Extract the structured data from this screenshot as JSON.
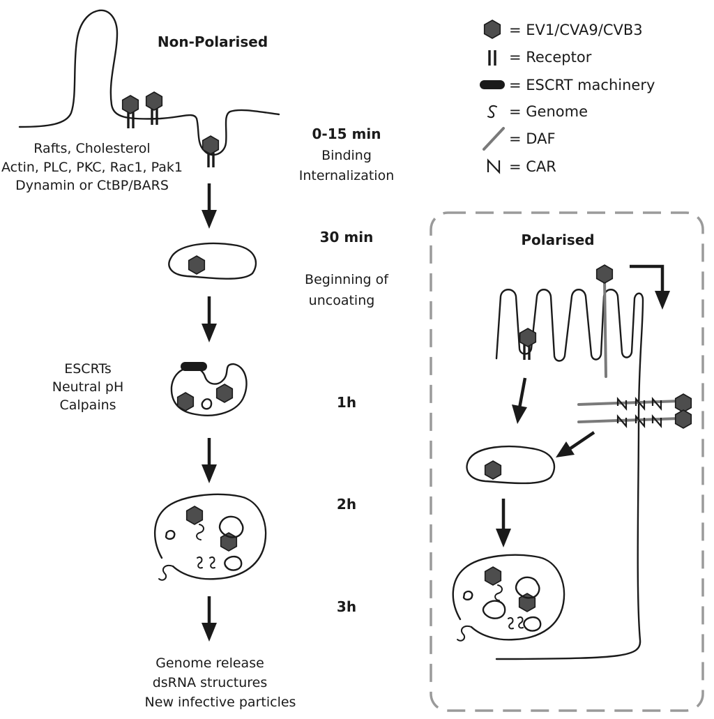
{
  "titles": {
    "non_polarised": "Non-Polarised",
    "polarised": "Polarised"
  },
  "left_factors": {
    "entry_line1": "Rafts, Cholesterol",
    "entry_line2": "Actin, PLC, PKC, Rac1, Pak1",
    "entry_line3": "Dynamin or CtBP/BARS",
    "uncoating_line1": "ESCRTs",
    "uncoating_line2": "Neutral pH",
    "uncoating_line3": "Calpains"
  },
  "timeline": {
    "t1": "0-15 min",
    "t1_line1": "Binding",
    "t1_line2": "Internalization",
    "t2": "30 min",
    "t2_line1": "Beginning of",
    "t2_line2": "uncoating",
    "t3": "1h",
    "t4": "2h",
    "t5": "3h"
  },
  "outcome": {
    "line1": "Genome release",
    "line2": "dsRNA structures",
    "line3": "New infective particles"
  },
  "legend": {
    "virus": "= EV1/CVA9/CVB3",
    "receptor": "= Receptor",
    "escrt": "= ESCRT machinery",
    "genome": "= Genome",
    "daf": "= DAF",
    "car": "= CAR"
  },
  "colors": {
    "virus_fill": "#4d4d4d",
    "daf_stroke": "#7a7a7a",
    "dashed_border": "#9a9a9a"
  }
}
